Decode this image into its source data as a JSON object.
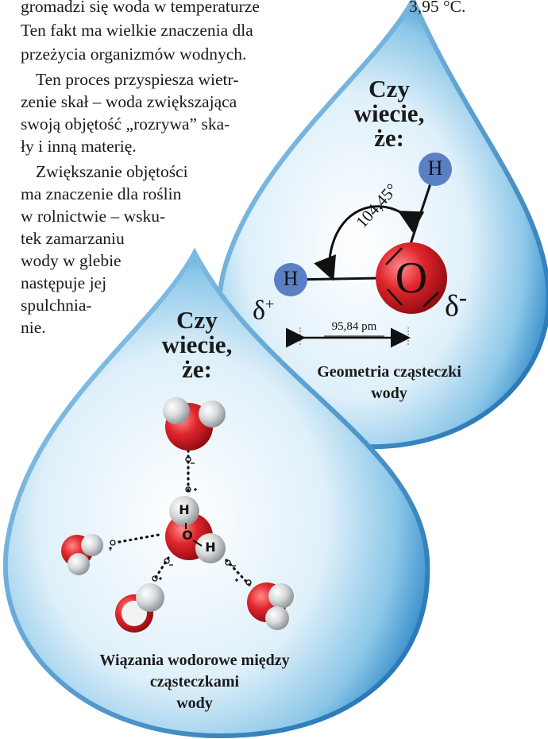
{
  "article": {
    "line1": "gromadzi się woda w temperaturze",
    "temperature": "3,95 °C.",
    "line2": "Ten fakt ma wielkie znaczenia dla",
    "line3": "przeżycia organizmów wodnych.",
    "p2_line1": "Ten proces przyspiesza wietr-",
    "p2_line2": "zenie skał – woda zwiększająca",
    "p2_line3": "swoją objętość „rozrywa” ska-",
    "p2_line4": "ły i inną materię.",
    "p3_line1": "Zwiększanie objętości",
    "p3_line2": "ma znaczenie dla roślin",
    "p3_line3": "w rolnictwie – wsku-",
    "p3_line4": "tek zamarzaniu",
    "p3_line5": "wody w glebie",
    "p3_line6": "następuje jej",
    "p3_line7": "spulchnia-",
    "p3_line8": "nie."
  },
  "geometry_drop": {
    "title_line1": "Czy",
    "title_line2": "wiecie,",
    "title_line3": "że:",
    "atom_h_top": "H",
    "atom_h_left": "H",
    "atom_o": "O",
    "angle_label": "104,45°",
    "delta_plus": "δ",
    "plus_sign": "+",
    "delta_minus": "δ",
    "minus_sign": "-",
    "length_label": "95,84 pm",
    "caption_line1": "Geometria cząsteczki",
    "caption_line2": "wody"
  },
  "hbond_drop": {
    "title_line1": "Czy",
    "title_line2": "wiecie,",
    "title_line3": "że:",
    "center_h1": "H",
    "center_o": "O",
    "center_h2": "H",
    "caption_line1": "Wiązania wodorowe między",
    "caption_line2": "cząsteczkami",
    "caption_line3": "wody"
  },
  "colors": {
    "drop_light": "#e9f4fb",
    "drop_mid": "#8cc7e8",
    "drop_dark": "#1f78bd",
    "oxygen": "#dc1f26",
    "hydrogen_blue": "#5b7fc4",
    "hydrogen_grey": "#d9dbdd"
  }
}
